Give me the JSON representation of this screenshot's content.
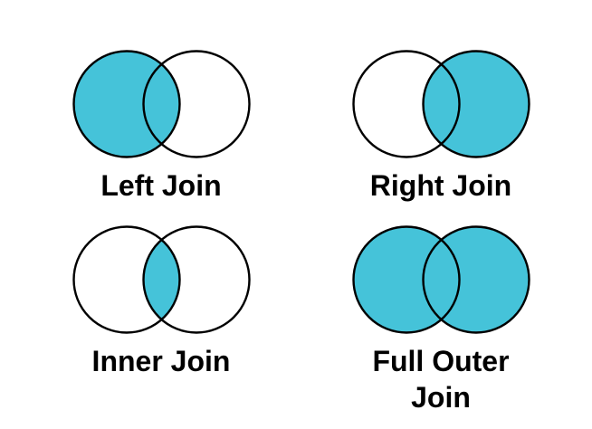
{
  "colors": {
    "fill": "#45c3d9",
    "empty": "#ffffff",
    "stroke": "#000000",
    "label_text": "#000000"
  },
  "diagrams": [
    {
      "id": "left-join",
      "label": "Left Join",
      "shaded_regions": {
        "left_circle": true,
        "right_circle": false,
        "intersection": true
      }
    },
    {
      "id": "right-join",
      "label": "Right Join",
      "shaded_regions": {
        "left_circle": false,
        "right_circle": true,
        "intersection": true
      }
    },
    {
      "id": "inner-join",
      "label": "Inner Join",
      "shaded_regions": {
        "left_circle": false,
        "right_circle": false,
        "intersection": true
      }
    },
    {
      "id": "full-outer-join",
      "label": "Full Outer Join",
      "shaded_regions": {
        "left_circle": true,
        "right_circle": true,
        "intersection": true
      }
    }
  ]
}
